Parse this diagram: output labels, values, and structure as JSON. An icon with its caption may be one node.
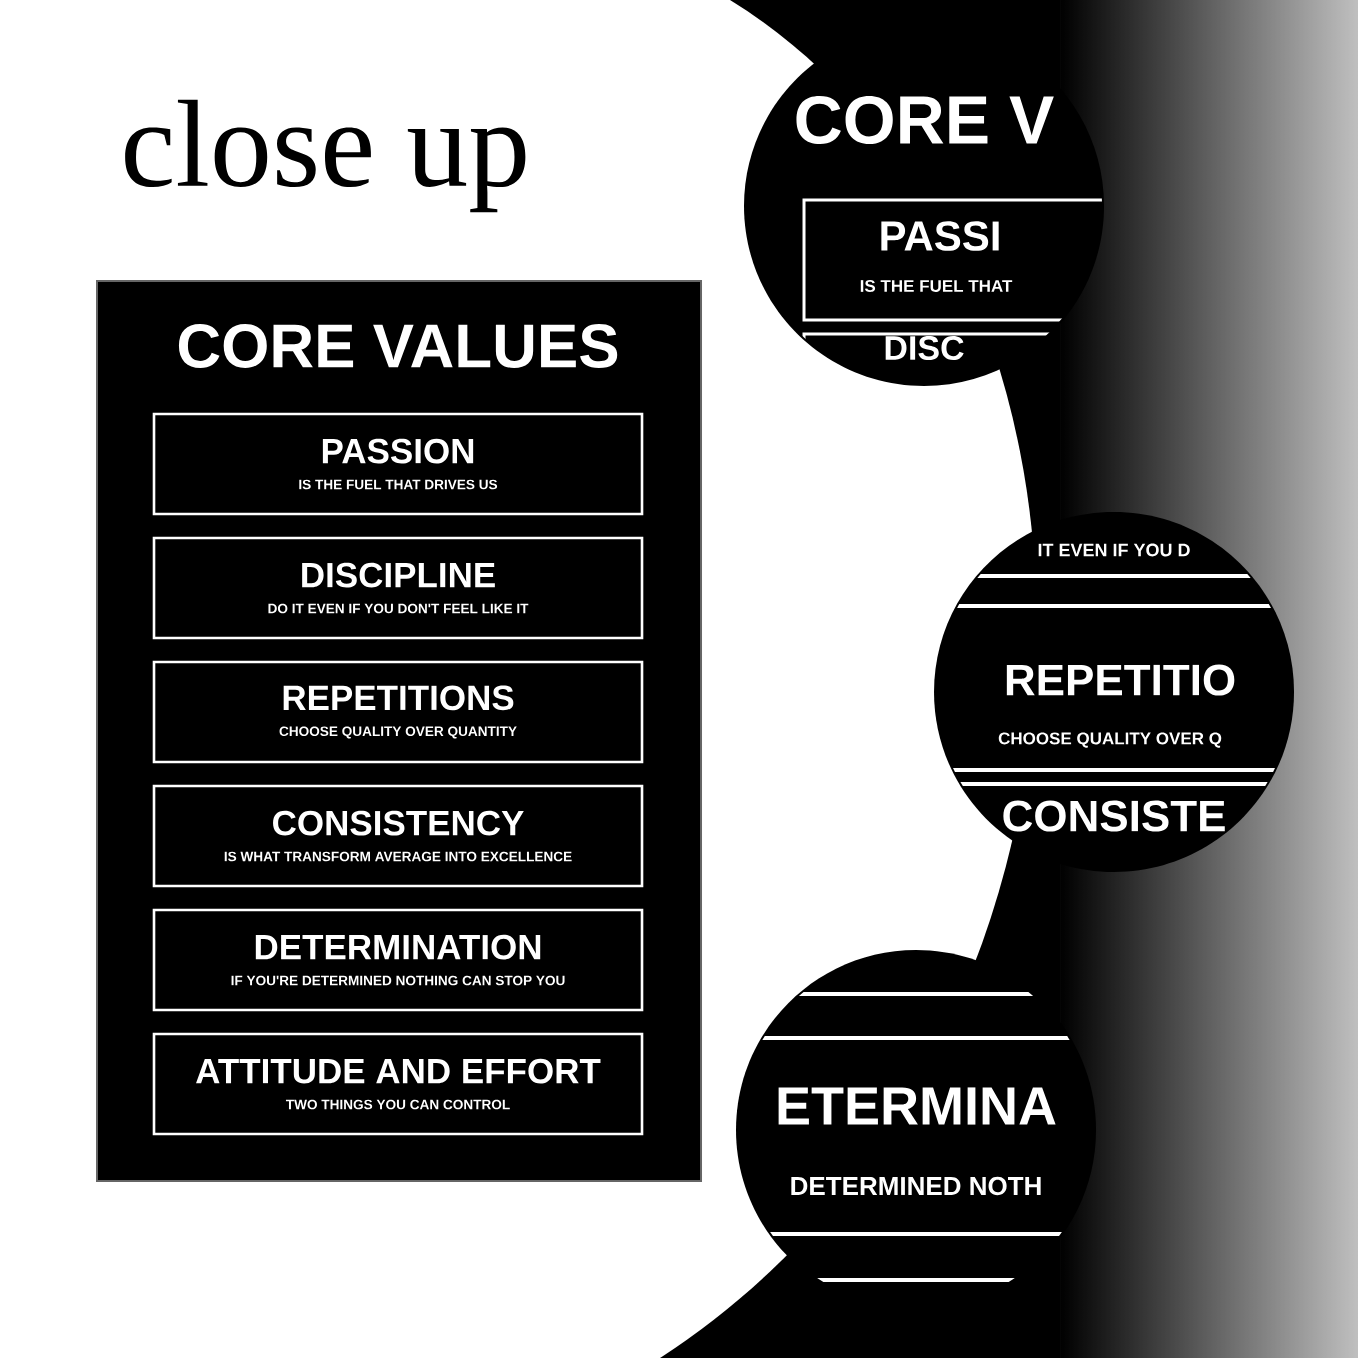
{
  "diagram": {
    "nodes": [
      {
        "text": [
          "CORE VALUES"
        ]
      },
      {
        "text": [
          "PASSION",
          "IS THE FUEL THAT DRIVES US"
        ],
        "in": 0
      },
      {
        "text": [
          "DISCIPLINE",
          "DO IT EVEN IF YOU DON'T FEEL LIKE IT"
        ],
        "in": 0
      },
      {
        "text": [
          "REPETITIONS",
          "CHOOSE QUALITY OVER QUANTITY"
        ],
        "in": 0
      },
      {
        "text": [
          "CONSISTENCY",
          "IS WHAT TRANSFORM AVERAGE INTO EXCELLENCE"
        ],
        "in": 0
      },
      {
        "text": [
          "DETERMINATION",
          "IF YOU'RE DETERMINED NOTHING CAN STOP YOU"
        ],
        "in": 0
      },
      {
        "text": [
          "ATTITUDE AND EFFORT",
          "TWO THINGS YOU CAN CONTROL"
        ],
        "in": 0
      },
      {
        "text": [
          "CORE V",
          "PASSI",
          "IS THE FUEL THAT",
          "DISC"
        ]
      },
      {
        "text": [
          "IT EVEN IF YOU D",
          "REPETITIO",
          "CHOOSE QUALITY OVER Q",
          "CONSISTE"
        ]
      },
      {
        "text": [
          "ETERMINA",
          "DETERMINED NOTH"
        ]
      }
    ],
    "labels": [
      "close up"
    ]
  }
}
